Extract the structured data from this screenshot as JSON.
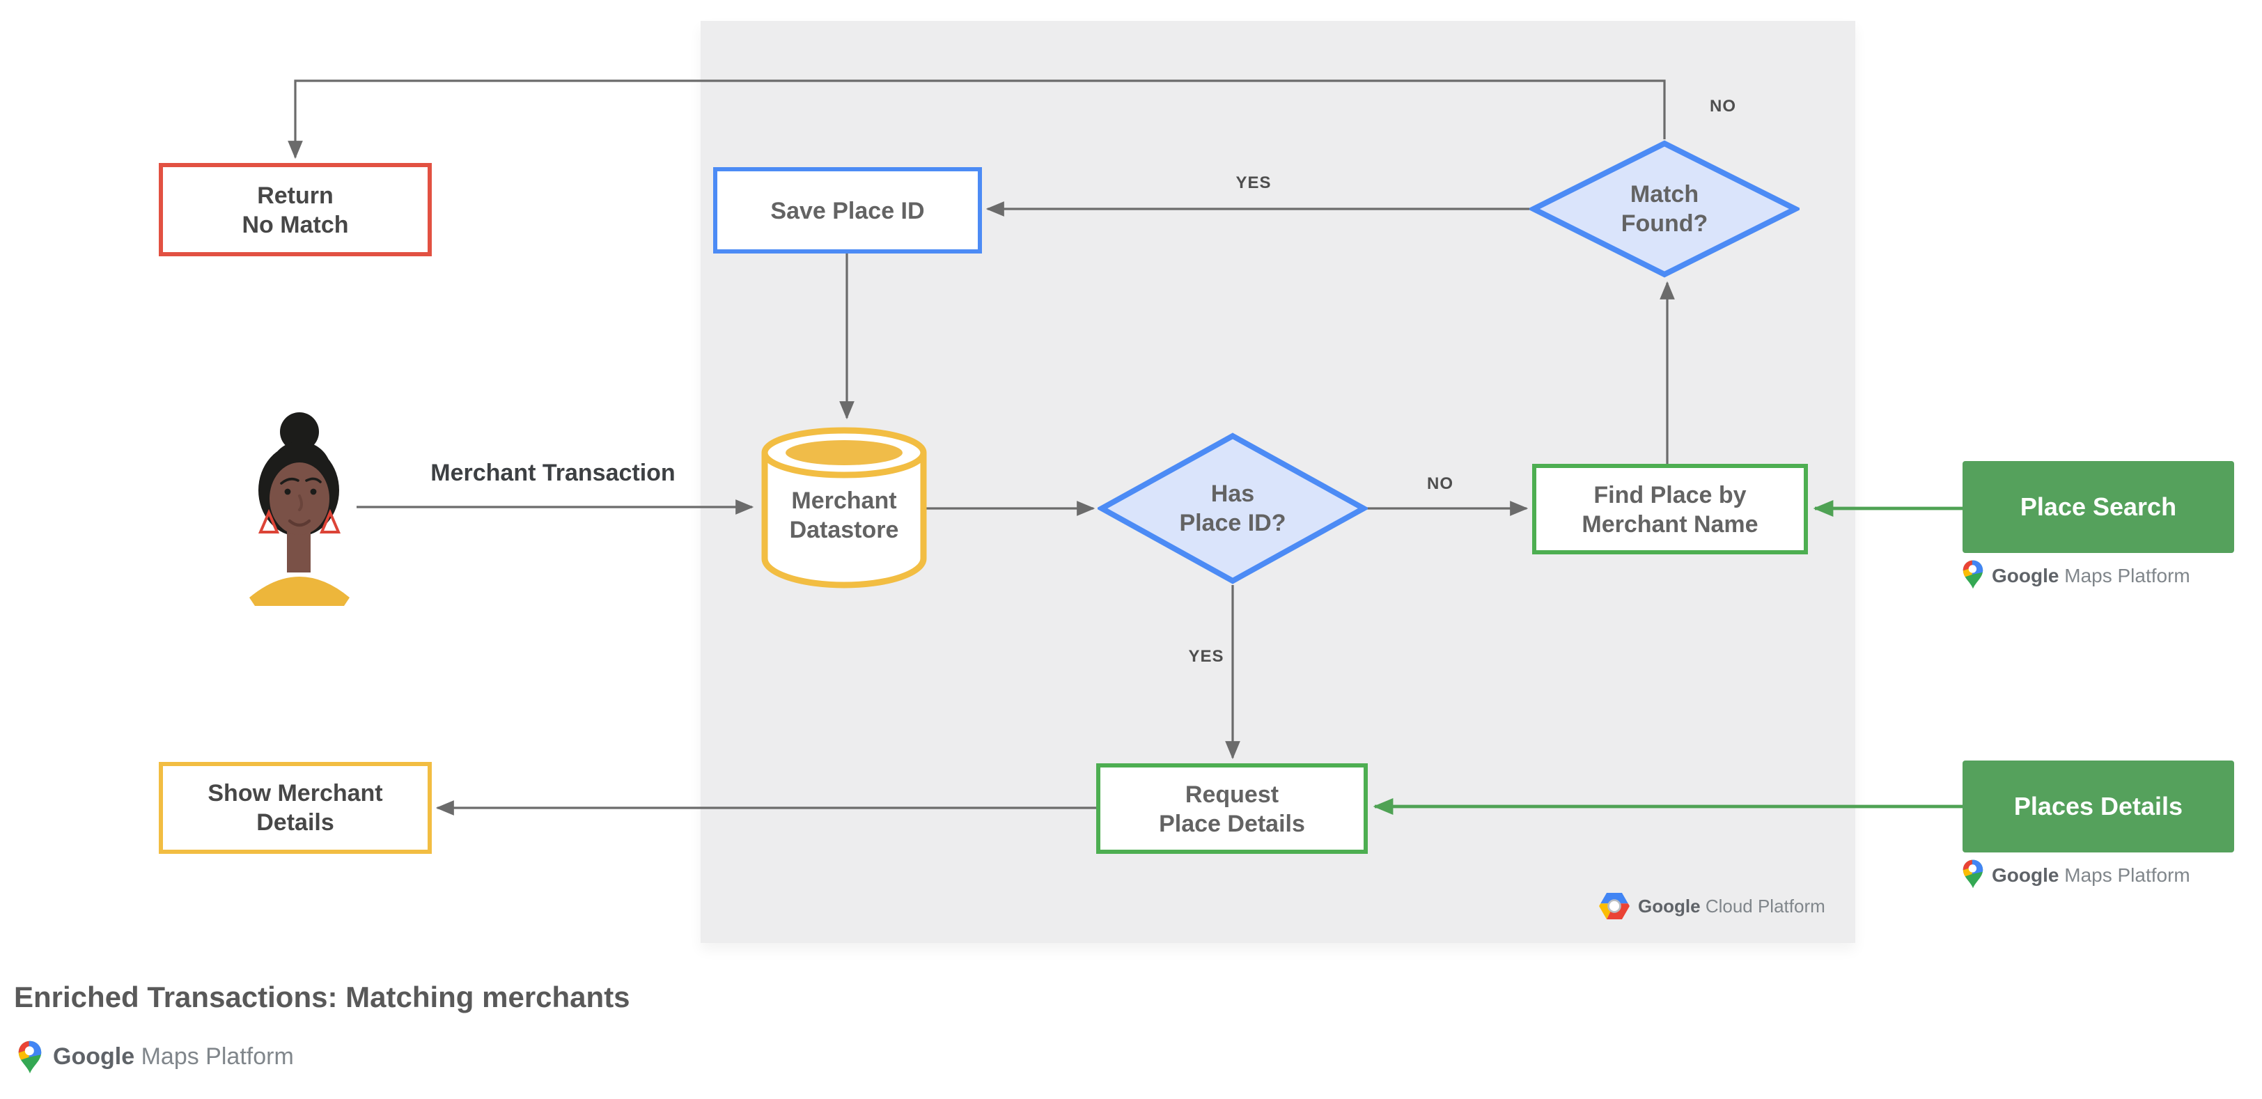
{
  "title": "Enriched Transactions: Matching merchants",
  "nodes": {
    "merchant_transaction": {
      "label": "Merchant Transaction"
    },
    "merchant_datastore": {
      "label": "Merchant\nDatastore"
    },
    "save_place_id": {
      "label": "Save Place ID"
    },
    "return_no_match": {
      "label": "Return\nNo Match"
    },
    "match_found": {
      "label": "Match\nFound?"
    },
    "has_place_id": {
      "label": "Has\nPlace ID?"
    },
    "find_place_by_merchant_name": {
      "label": "Find Place by\nMerchant Name"
    },
    "request_place_details": {
      "label": "Request\nPlace Details"
    },
    "show_merchant_details": {
      "label": "Show Merchant\nDetails"
    },
    "place_search": {
      "label": "Place Search"
    },
    "places_details": {
      "label": "Places Details"
    }
  },
  "edge_labels": {
    "match_found_no": "NO",
    "match_found_yes": "YES",
    "has_place_id_no": "NO",
    "has_place_id_yes": "YES"
  },
  "branding": {
    "gcp": {
      "google": "Google",
      "product": "Cloud Platform"
    },
    "gmp": {
      "google": "Google",
      "product": "Maps Platform"
    }
  },
  "icons": {
    "avatar": "woman-user-avatar",
    "datastore": "database-cylinder",
    "maps_pin": "google-maps-pin",
    "cloud_hex": "google-cloud-hexagon"
  },
  "colors": {
    "red": "#E25142",
    "blue": "#4C8BF5",
    "blue_fill": "#DAE4FB",
    "yellow": "#F2BD42",
    "yellow_fill": "#F0BC49",
    "green_border": "#4DAE51",
    "green_fill": "#55A15C",
    "green_line": "#4FA254",
    "gray_panel": "#EDEDEE",
    "line": "#6B6B6B",
    "text_dark": "#474747",
    "text_node": "#636363",
    "text_label": "#3D4043",
    "text_edge": "#4E4E4E",
    "logo_google": "#5F6368",
    "logo_rest": "#80868B",
    "title": "#595959",
    "g_blue": "#4285F4",
    "g_red": "#EA4335",
    "g_yellow": "#FBBC04",
    "g_green": "#34A853"
  }
}
